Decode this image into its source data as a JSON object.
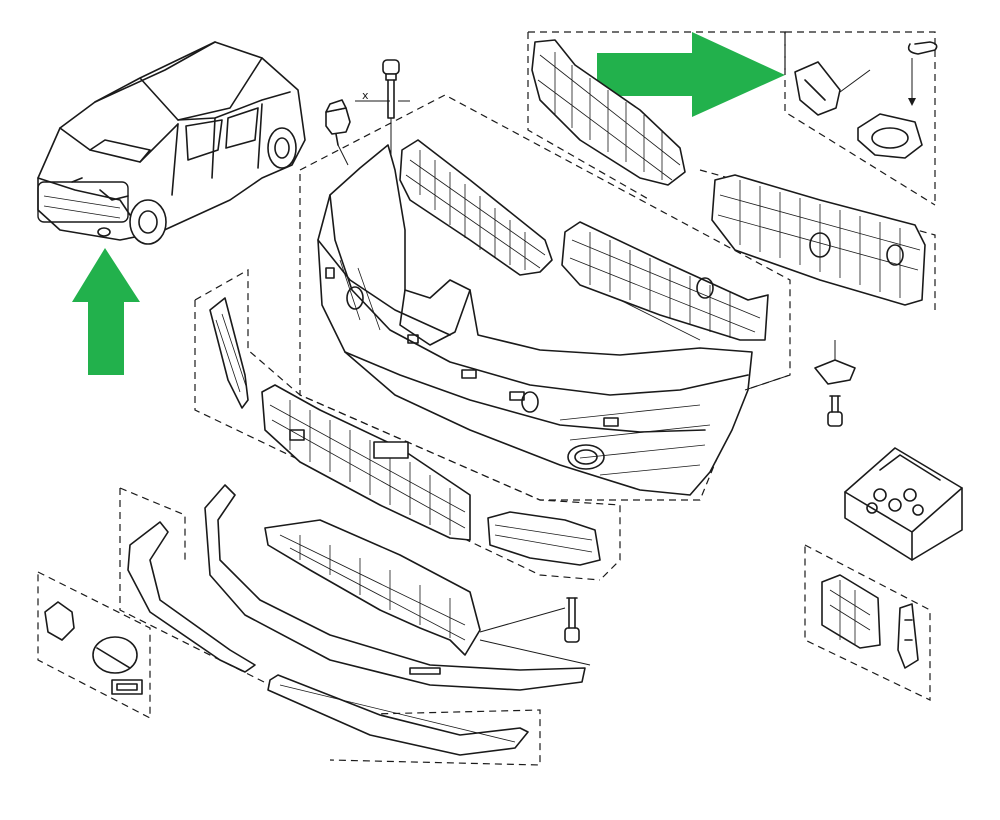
{
  "diagram": {
    "dimension_label": "x",
    "arrow_color": "#22b14c",
    "line_color": "#1a1a1a"
  },
  "callouts": [
    {
      "id": "arrow-front-fog-light",
      "icon": "arrow-up-icon",
      "direction": "up"
    },
    {
      "id": "arrow-headlight-bracket",
      "icon": "arrow-right-icon",
      "direction": "right"
    }
  ]
}
